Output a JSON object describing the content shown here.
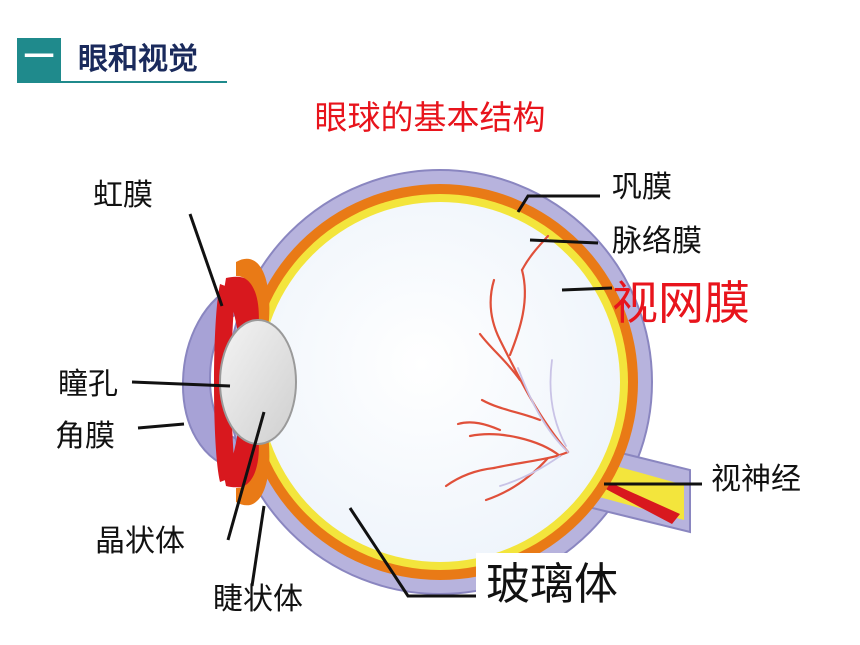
{
  "header": {
    "badge": "一",
    "title": "眼和视觉"
  },
  "diagram": {
    "title": "眼球的基本结构",
    "labels": {
      "iris": "虹膜",
      "pupil": "瞳孔",
      "cornea": "角膜",
      "lens": "晶状体",
      "ciliary_body": "睫状体",
      "sclera": "巩膜",
      "choroid": "脉络膜",
      "retina": "视网膜",
      "optic_nerve": "视神经",
      "vitreous_body": "玻璃体"
    }
  },
  "colors": {
    "accent": "#1f8a8c",
    "header_text": "#1a2a5c",
    "highlight": "#e8141c",
    "sclera": "#b7b3dd",
    "choroid": "#e97a16",
    "retina": "#f3e53c",
    "iris": "#d8181e",
    "vessels": "#e0503a"
  }
}
